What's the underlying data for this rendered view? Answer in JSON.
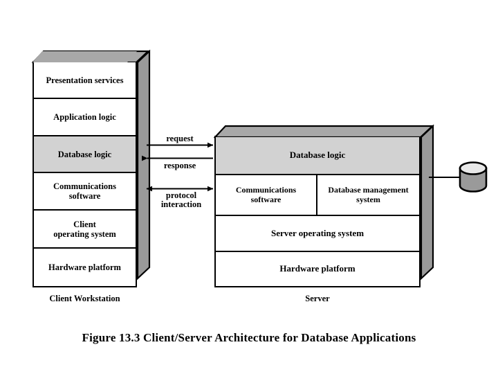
{
  "figure": {
    "caption": "Figure 13.3  Client/Server Architecture for Database Applications"
  },
  "colors": {
    "shaded_layer": "#d2d2d2",
    "box_depth_top": "#a8a8a8",
    "box_depth_right": "#9a9a9a",
    "cylinder_body": "#9a9a9a",
    "cylinder_top": "#e8e8e8",
    "outline": "#000000",
    "background": "#ffffff"
  },
  "client": {
    "caption": "Client Workstation",
    "layers": [
      {
        "label": "Presentation services",
        "shaded": false
      },
      {
        "label": "Application logic",
        "shaded": false
      },
      {
        "label": "Database logic",
        "shaded": true
      },
      {
        "label": "Communications\nsoftware",
        "shaded": false
      },
      {
        "label": "Client\noperating system",
        "shaded": false
      },
      {
        "label": "Hardware platform",
        "shaded": false
      }
    ]
  },
  "server": {
    "caption": "Server",
    "layers": [
      {
        "label": "Database logic",
        "shaded": true,
        "cells": [
          "Database logic"
        ]
      },
      {
        "label": "",
        "shaded": false,
        "cells": [
          "Communications\nsoftware",
          "Database management\nsystem"
        ]
      },
      {
        "label": "Server operating system",
        "shaded": false,
        "cells": [
          "Server operating system"
        ]
      },
      {
        "label": "Hardware platform",
        "shaded": false,
        "cells": [
          "Hardware platform"
        ]
      }
    ]
  },
  "connectors": [
    {
      "name": "request",
      "label": "request",
      "direction": "right"
    },
    {
      "name": "response",
      "label": "response",
      "direction": "left"
    },
    {
      "name": "protocol-interaction",
      "label": "protocol\ninteraction",
      "direction": "both"
    }
  ],
  "connector_labels": {
    "request": "request",
    "response": "response",
    "protocol_line1": "protocol",
    "protocol_line2": "interaction"
  },
  "database_store": {
    "name": "database-cylinder",
    "icon": "database-cylinder-icon"
  }
}
